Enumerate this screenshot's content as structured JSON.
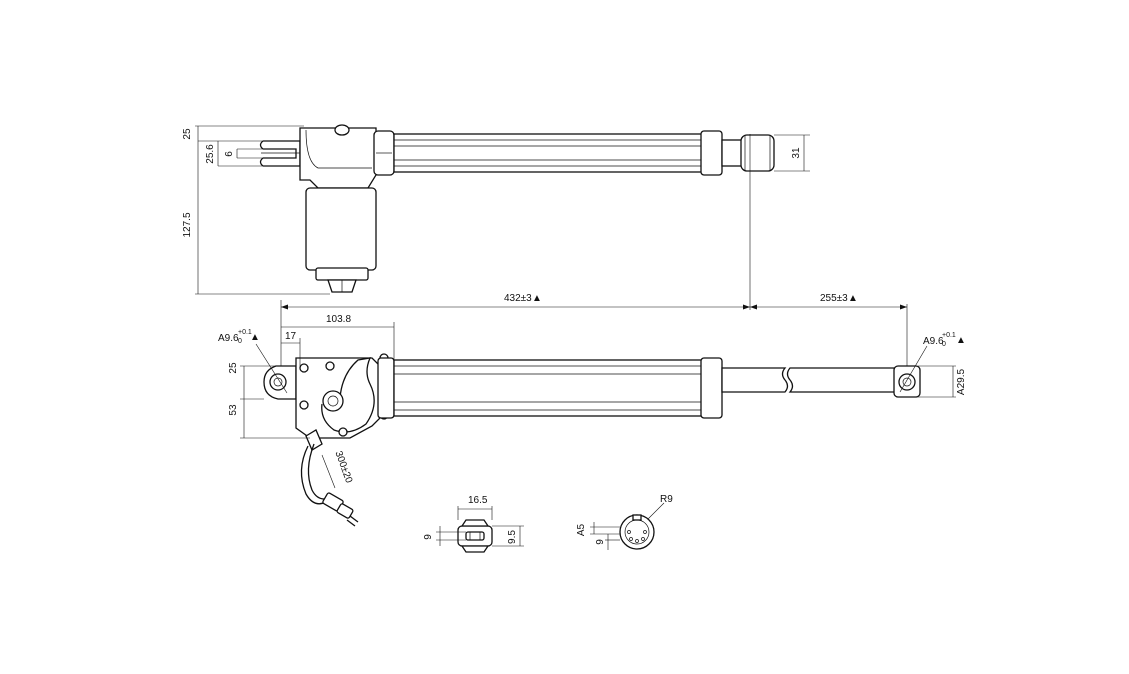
{
  "dimensions": {
    "top_height_25": "25",
    "top_height_25_6": "25.6",
    "top_height_6": "6",
    "top_height_127_5": "127.5",
    "rod_end_31": "31",
    "retracted_432": "432±3",
    "stroke_255": "255±3",
    "bracket_103_8": "103.8",
    "bracket_17": "17",
    "hole_left_main": "A9.6",
    "hole_left_tol_top": "+0.1",
    "hole_left_tol_bottom": "0",
    "side_25": "25",
    "side_53": "53",
    "cable_length": "300±20",
    "hole_right_main": "A9.6",
    "hole_right_tol_top": "+0.1",
    "hole_right_tol_bottom": "0",
    "rod_dia_29_5": "A29.5",
    "plug_16_5": "16.5",
    "plug_9": "9",
    "plug_9_5": "9.5",
    "din_r9": "R9",
    "din_a5": "A5",
    "din_9": "9"
  },
  "markers": {
    "triangle": "▲"
  }
}
